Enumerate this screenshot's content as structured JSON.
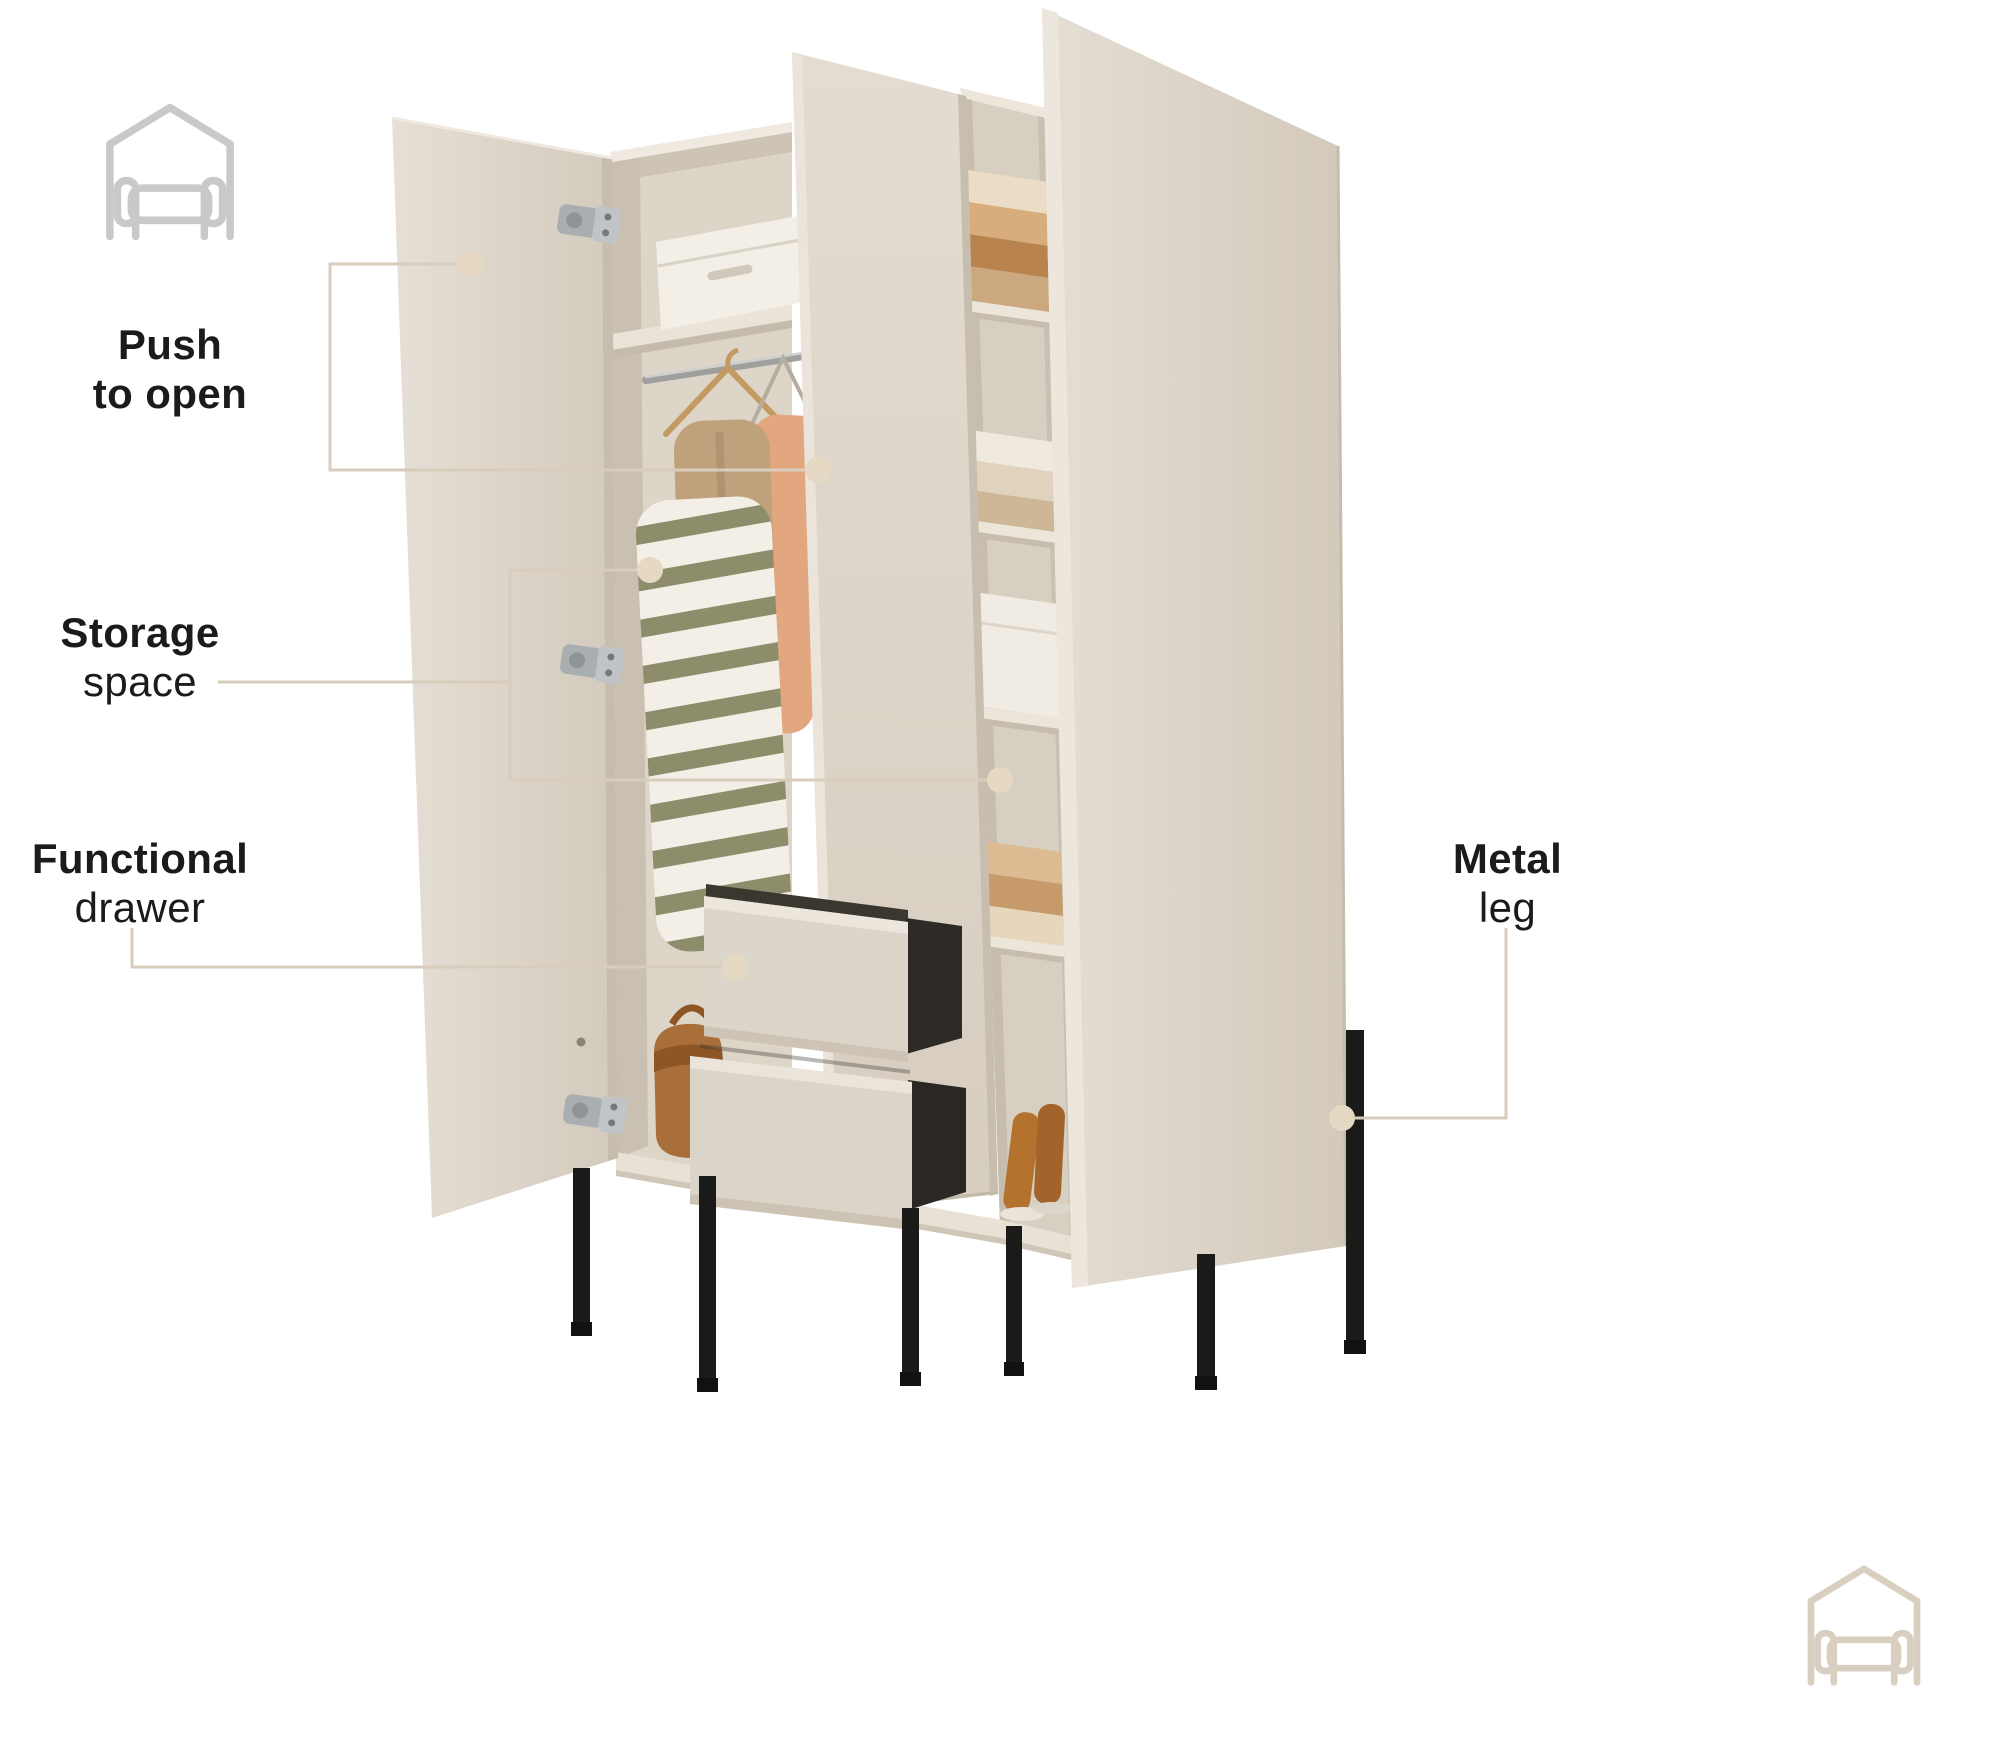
{
  "page": {
    "background": "#ffffff",
    "kind": "wardrobe feature infographic"
  },
  "callout_labels": {
    "push_to_open": {
      "line1": "Push",
      "line2": "to open"
    },
    "storage_space": {
      "line1": "Storage",
      "line2": "space"
    },
    "functional_drawer": {
      "line1": "Functional",
      "line2": "drawer"
    },
    "metal_leg": {
      "line1": "Metal",
      "line2": "leg"
    }
  },
  "icons": {
    "top_left": "house-with-sofa-logo",
    "bottom_right": "house-with-sofa-logo"
  },
  "colors": {
    "background": "#ffffff",
    "label_text": "#1b1b1b",
    "callout_line": "#d8cdbd",
    "callout_dot": "#e6d9c3",
    "wardrobe_body": "#dcd5c9",
    "wardrobe_interior": "#d7cfc2",
    "drawer_cavity": "#2e2b27",
    "metal_leg": "#1a1a18",
    "logo_top_left": "#c9c9c9",
    "logo_bottom_right": "#d9cfc0"
  }
}
